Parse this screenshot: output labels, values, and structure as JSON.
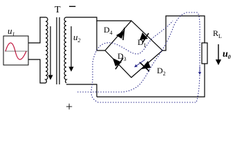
{
  "labels": {
    "transformer": "T",
    "minus_sign": "−",
    "plus_sign": "+",
    "u1": {
      "base": "u",
      "sub": "1"
    },
    "u2": {
      "base": "u",
      "sub": "2"
    },
    "d1": {
      "base": "D",
      "sub": "1"
    },
    "d2": {
      "base": "D",
      "sub": "2"
    },
    "d3": {
      "base": "D",
      "sub": "3"
    },
    "d4": {
      "base": "D",
      "sub": "4"
    },
    "rl": {
      "base": "R",
      "sub": "L"
    },
    "uo": {
      "base": "u",
      "sub": "0"
    }
  },
  "colors": {
    "wire": "#000000",
    "sine_wave": "#c0143c",
    "current_path": "#2a2a8c",
    "polarity_sign": "#1f2fbf"
  }
}
